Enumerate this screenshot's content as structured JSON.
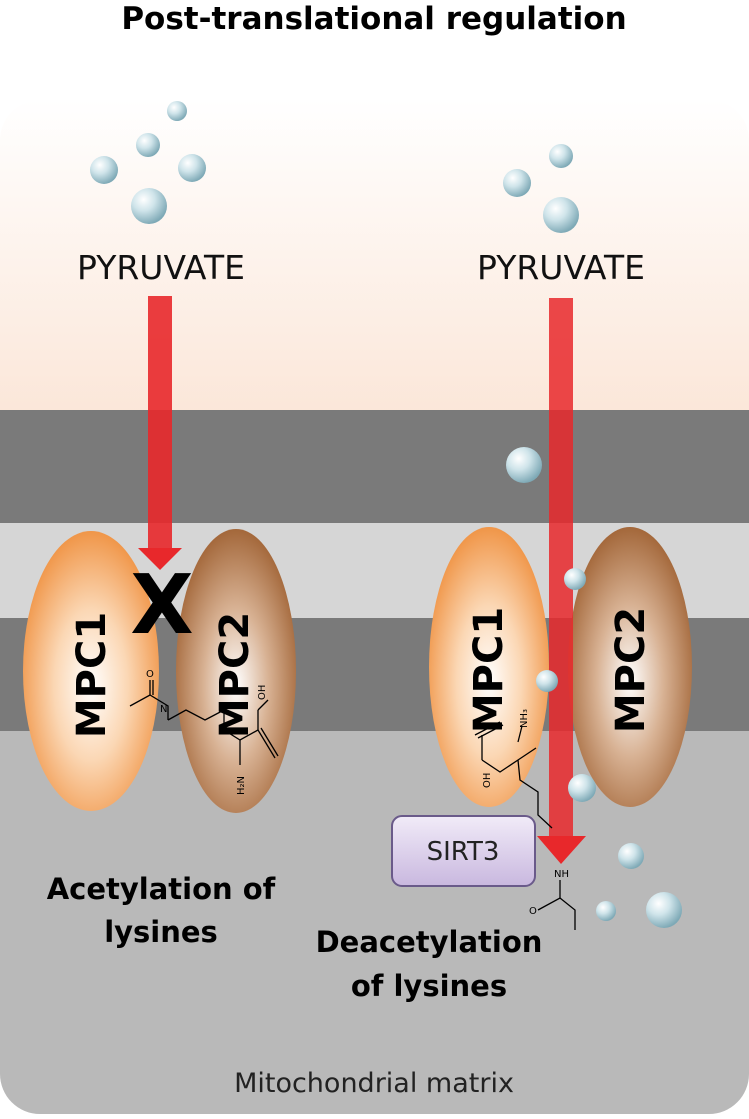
{
  "title": "Post-translational regulation",
  "left_panel": {
    "substrate_label": "PYRUVATE",
    "block_symbol": "X",
    "protein_1": "MPC1",
    "protein_2": "MPC2",
    "caption_line1": "Acetylation of",
    "caption_line2": "lysines"
  },
  "right_panel": {
    "substrate_label": "PYRUVATE",
    "protein_1": "MPC1",
    "protein_2": "MPC2",
    "enzyme": "SIRT3",
    "caption_line1": "Deacetylation",
    "caption_line2": "of lysines"
  },
  "compartment_label": "Mitochondrial matrix",
  "chem_labels": {
    "amide_n": "N",
    "amide_h": "H",
    "amide_o": "O",
    "hydroxyl": "OH",
    "amine": "H₂N",
    "ammonium": "NH₃",
    "acetyl_nh": "NH"
  },
  "colors": {
    "membrane_dark": "#7a7a7a",
    "membrane_light": "#d6d6d6",
    "matrix": "#b8b8b8",
    "mpc1": "#ee8a35",
    "mpc2": "#9a5a2a",
    "arrow": "#e8282b",
    "sirt3_fill": "#d9cbe8",
    "sirt3_border": "#6a5a8a",
    "molecule": "#8fb8c4"
  }
}
